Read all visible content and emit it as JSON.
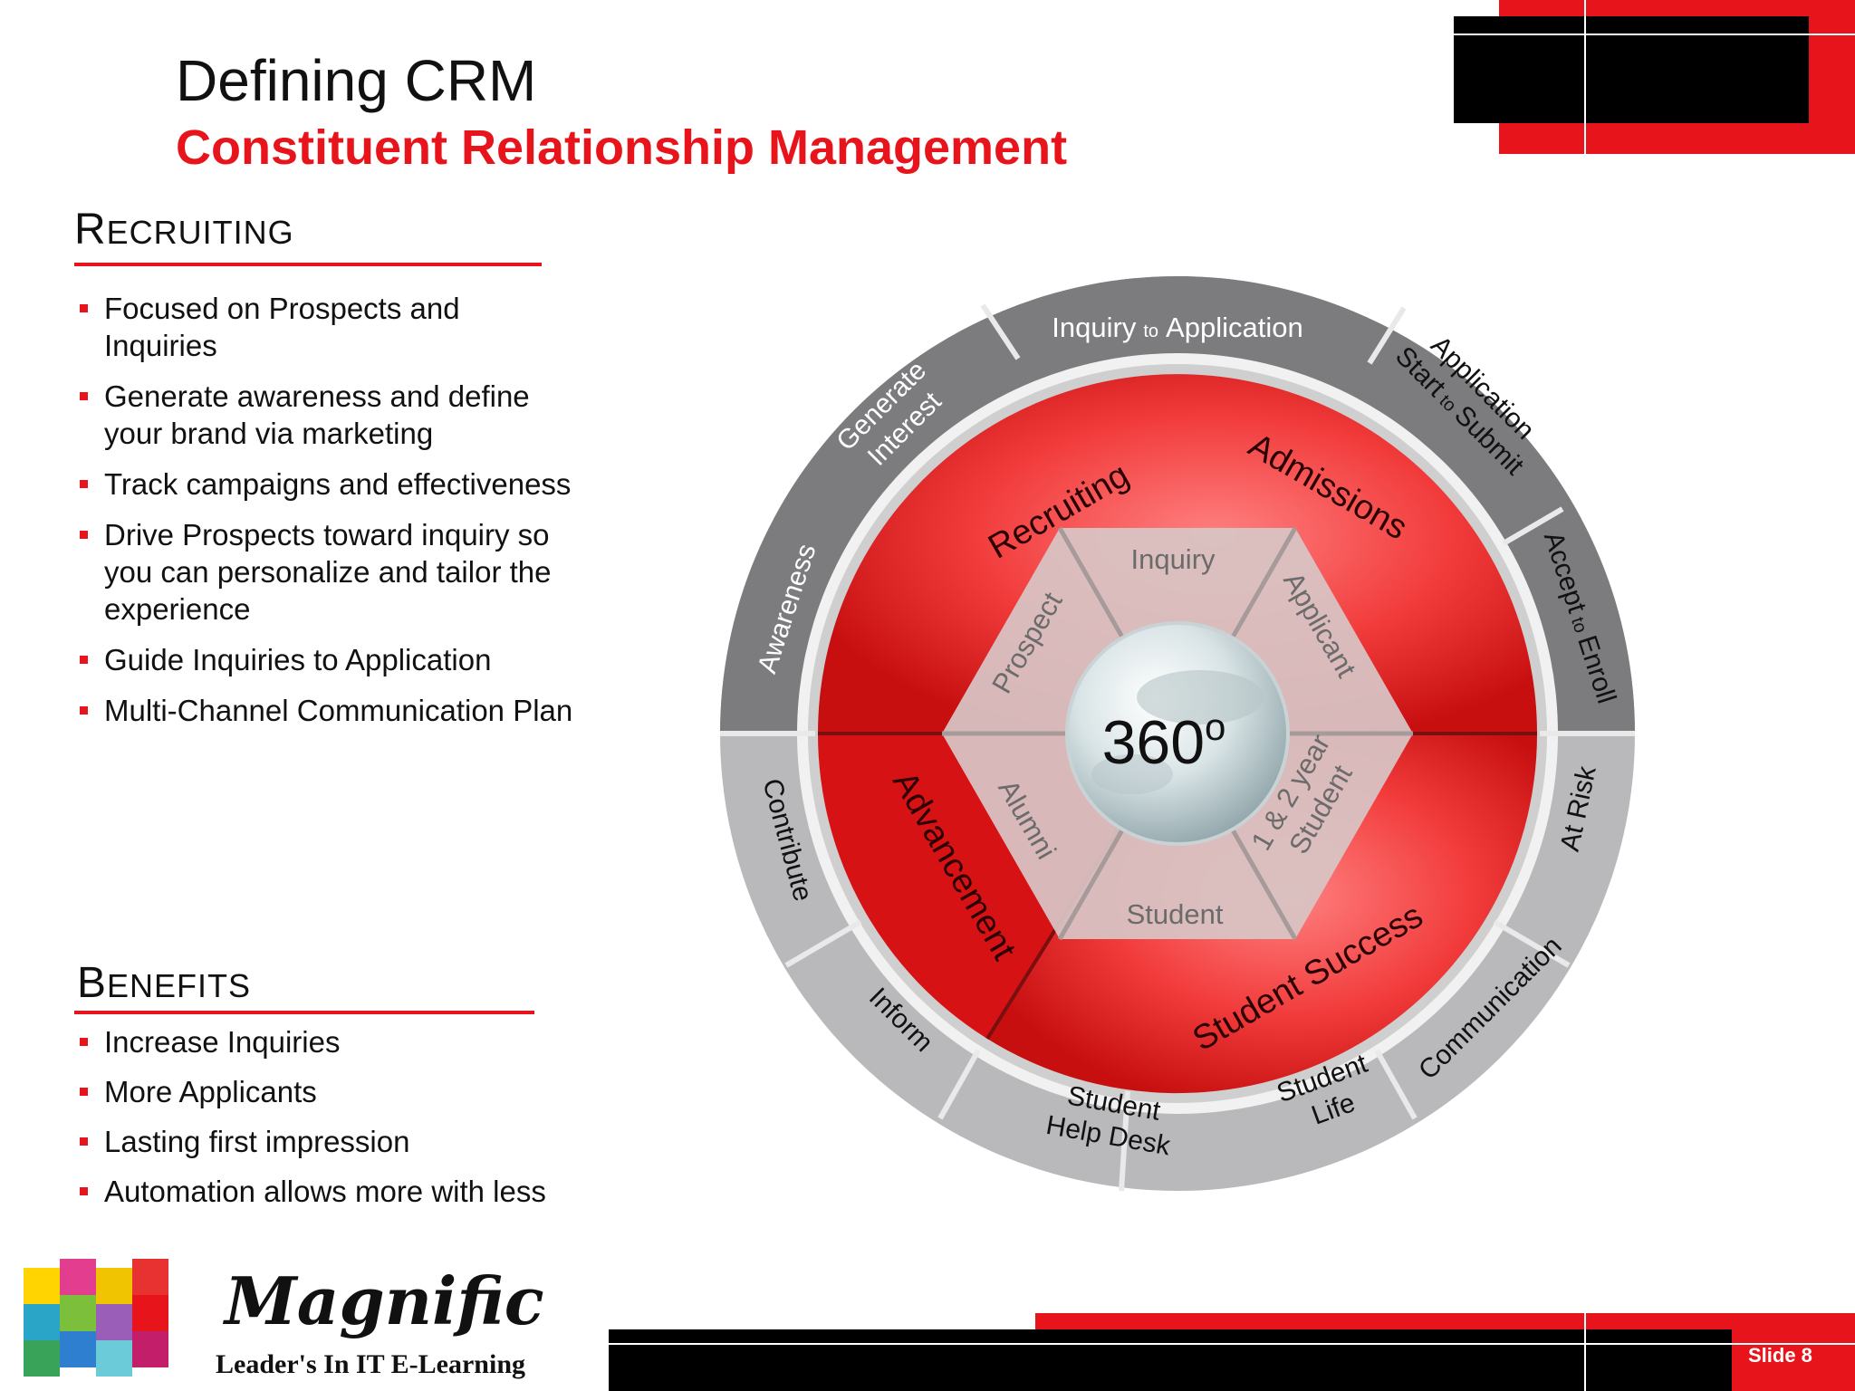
{
  "title": "Defining CRM",
  "subtitle": "Constituent Relationship Management",
  "recruiting": {
    "heading_cap": "R",
    "heading_rest": "ECRUITING",
    "bullets": [
      "Focused on Prospects and Inquiries",
      "Generate awareness and define your brand via marketing",
      "Track campaigns and effectiveness",
      "Drive Prospects toward  inquiry so you can personalize and tailor the experience",
      "Guide Inquiries to Application",
      "Multi-Channel  Communication Plan"
    ]
  },
  "benefits": {
    "heading_cap": "B",
    "heading_rest": "ENEFITS",
    "bullets": [
      "Increase Inquiries",
      "More Applicants",
      "Lasting first impression",
      "Automation allows more with less"
    ]
  },
  "wheel": {
    "center": {
      "value": "360",
      "sup": "o"
    },
    "quadrants": [
      "Recruiting",
      "Admissions",
      "Student Success",
      "Advancement"
    ],
    "stages": [
      "Inquiry",
      "Applicant",
      "1 & 2 year",
      "Student",
      "Student",
      "Alumni",
      "Prospect"
    ],
    "outer_ring": {
      "inquiry_to_application": {
        "a": "Inquiry",
        "b": "to",
        "c": "Application"
      },
      "generate_interest": [
        "Generate",
        "Interest"
      ],
      "awareness": "Awareness",
      "application": {
        "line1": "Application",
        "line2a": "Start",
        "line2b": "to",
        "line2c": "Submit"
      },
      "accept_to_enroll": {
        "a": "Accept",
        "b": "to",
        "c": "Enroll"
      },
      "at_risk": "At Risk",
      "communication": "Communication",
      "student_life": [
        "Student",
        "Life"
      ],
      "student_help_desk": [
        "Student",
        "Help Desk"
      ],
      "inform": "Inform",
      "contribute": "Contribute"
    }
  },
  "logo": {
    "name": "Magnific",
    "tagline": "Leader's In IT E-Learning"
  },
  "slide_number": "Slide 8",
  "colors": {
    "accent": "#e8141b",
    "dark": "#000000",
    "ring_dark": "#7c7b7e",
    "ring_light": "#b9b8bb"
  }
}
